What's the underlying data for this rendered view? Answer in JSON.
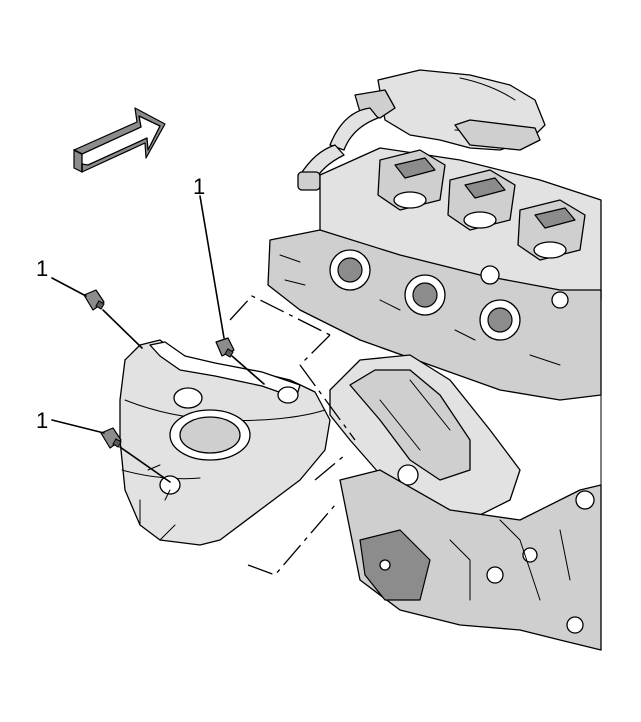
{
  "callouts": [
    {
      "id": "callout-1-upper",
      "label": "1"
    },
    {
      "id": "callout-1-left",
      "label": "1"
    },
    {
      "id": "callout-1-lower",
      "label": "1"
    }
  ],
  "icons": {
    "direction_arrow": "front-direction-arrow-icon",
    "fastener": "bolt-icon"
  },
  "colors": {
    "line": "#000000",
    "shade_light": "#e2e2e2",
    "shade_mid": "#cfcfcf",
    "shade_dark": "#8c8c8c"
  }
}
